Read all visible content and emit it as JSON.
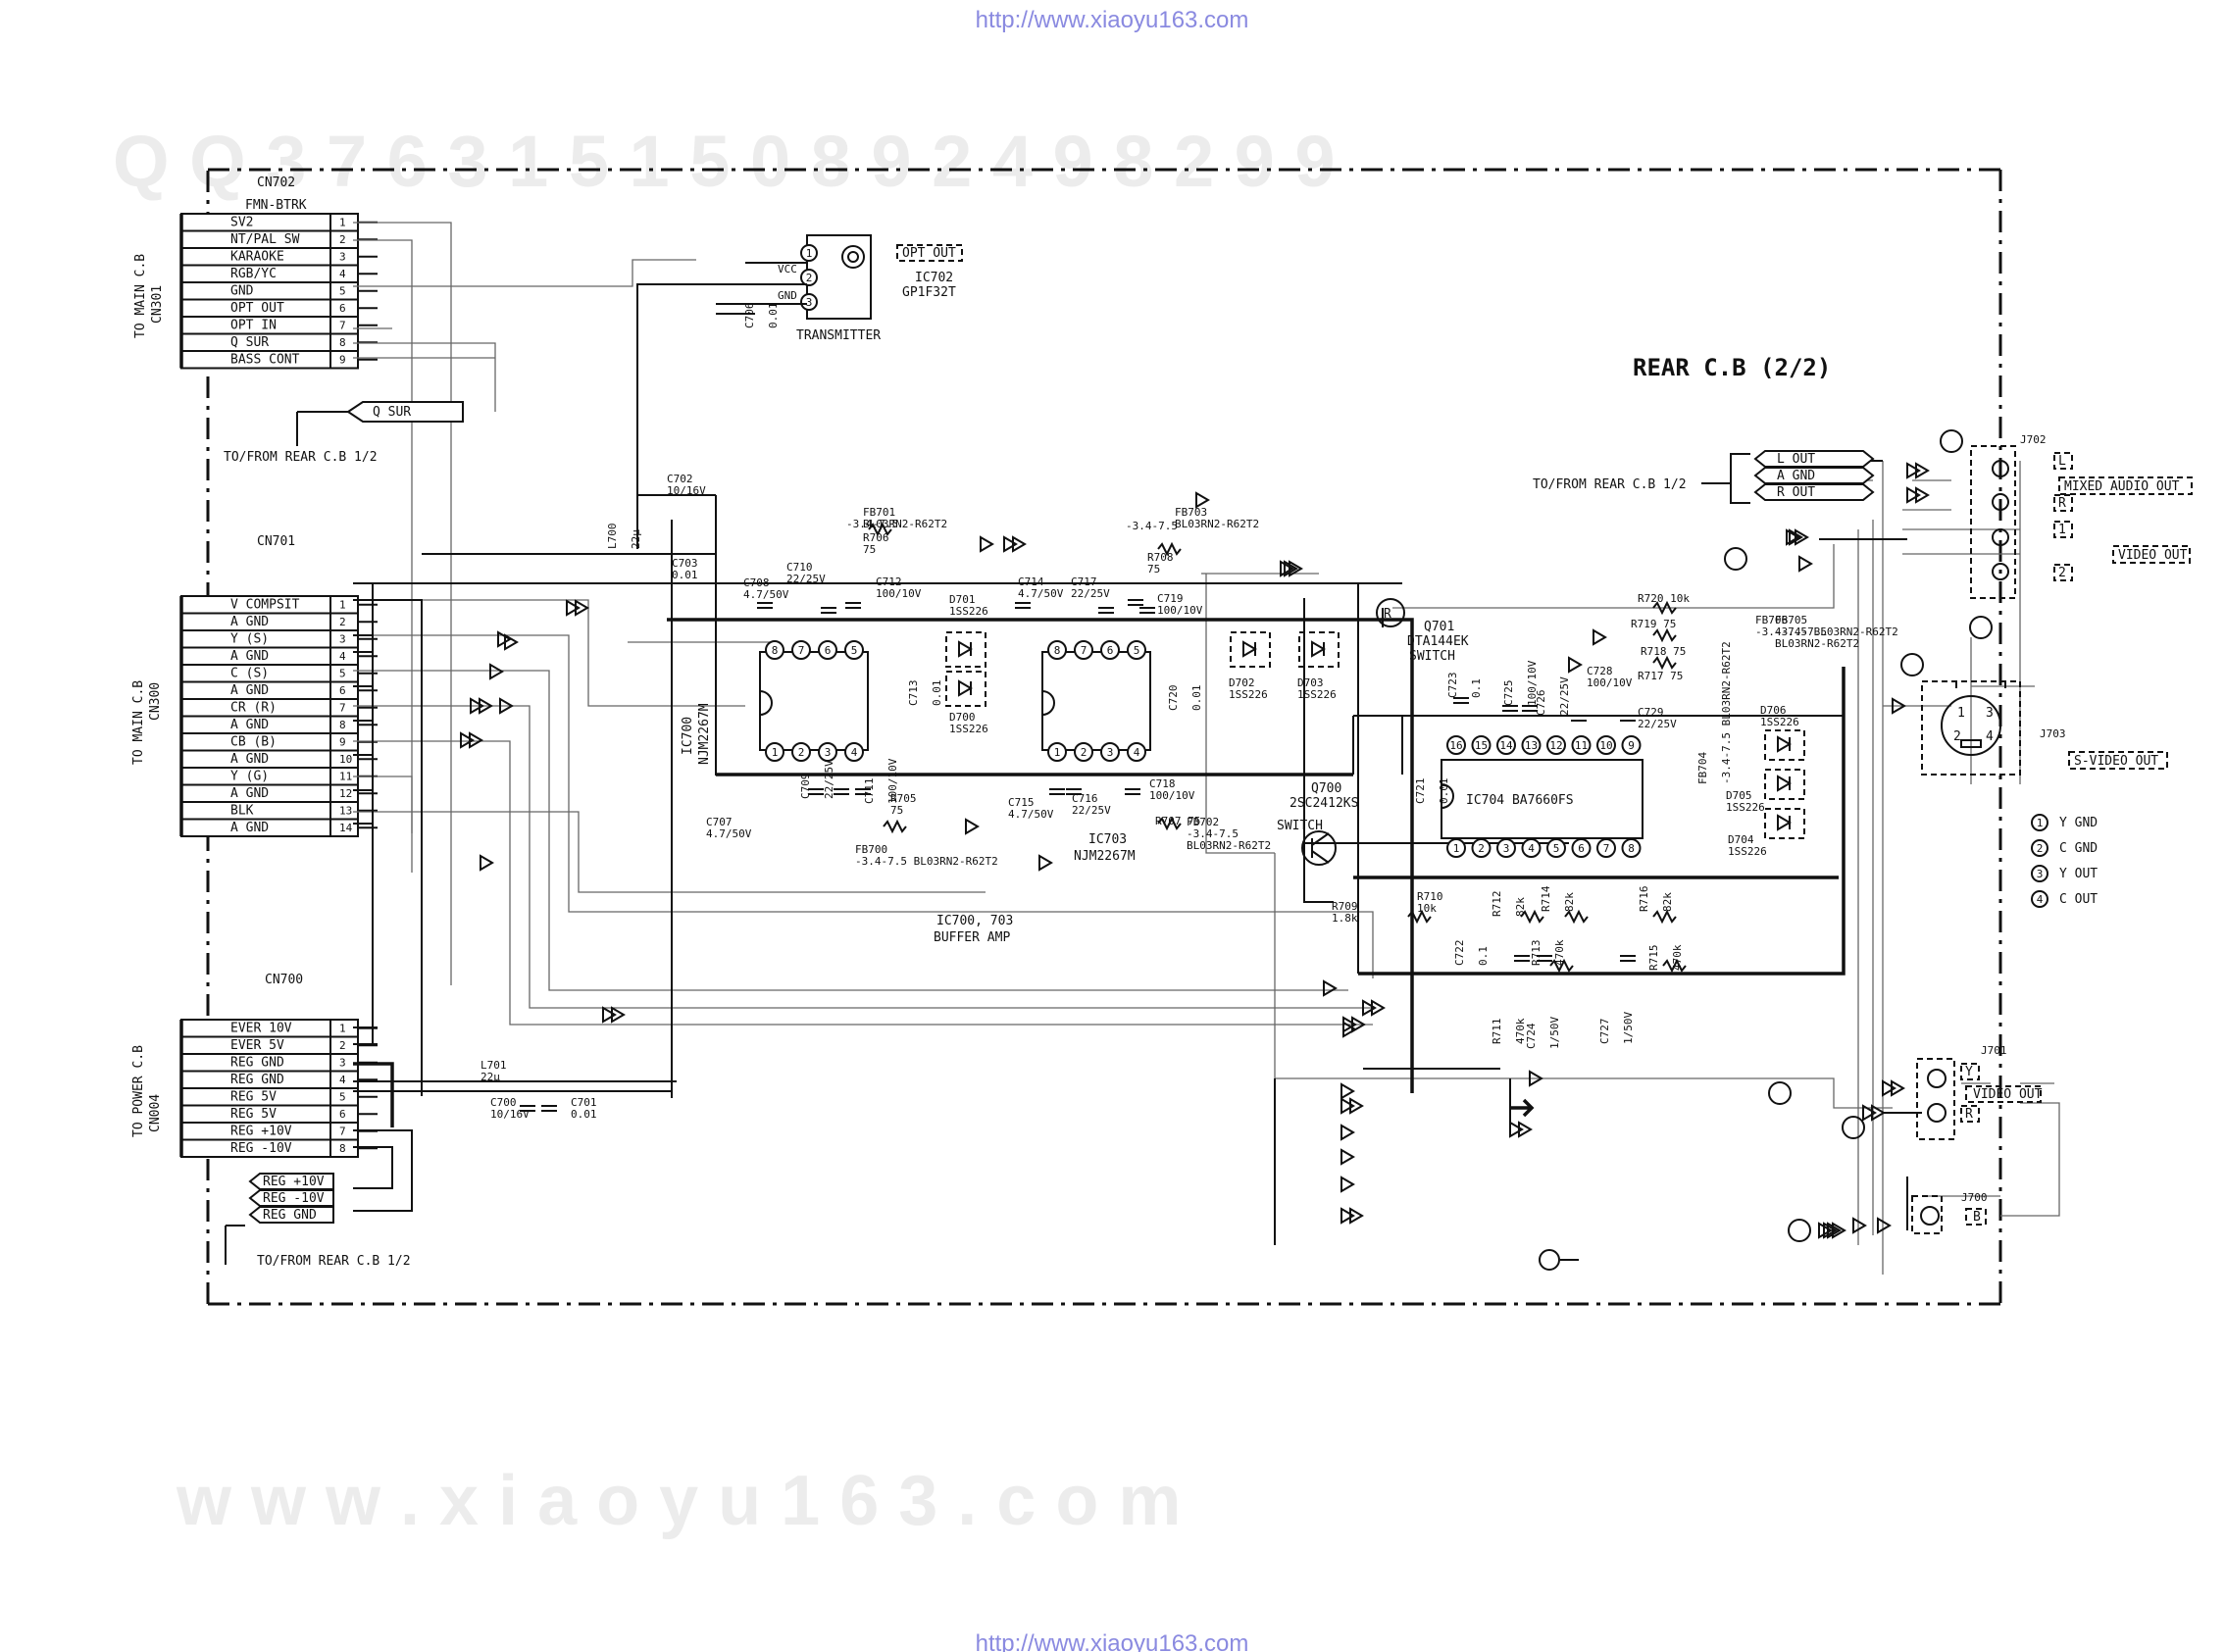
{
  "urls": {
    "top": "http://www.xiaoyu163.com",
    "bottom": "http://www.xiaoyu163.com"
  },
  "watermarks": {
    "top_qq": "Q Q   3 7 6 3 1 5 1 5 0         8 9 2 4 9 8 2 9 9",
    "bottom_www": "w w w . x i a o y u 1 6 3 . c o m"
  },
  "title": "REAR C.B (2/2)",
  "cn702": {
    "ref": "CN702",
    "part": "FMN-BTRK",
    "side_label": "TO MAIN C.B",
    "side_ref": "CN301",
    "pins": [
      {
        "name": "SV2",
        "num": "1"
      },
      {
        "name": "NT/PAL SW",
        "num": "2"
      },
      {
        "name": "KARAOKE",
        "num": "3"
      },
      {
        "name": "RGB/YC",
        "num": "4"
      },
      {
        "name": "GND",
        "num": "5"
      },
      {
        "name": "OPT OUT",
        "num": "6"
      },
      {
        "name": "OPT IN",
        "num": "7"
      },
      {
        "name": "Q SUR",
        "num": "8"
      },
      {
        "name": "BASS CONT",
        "num": "9"
      }
    ]
  },
  "q_sur_label": "Q SUR",
  "to_from_1": "TO/FROM REAR C.B 1/2",
  "cn701": {
    "ref": "CN701",
    "side_label": "TO MAIN C.B",
    "side_ref": "CN300",
    "pins": [
      {
        "name": "V COMPSIT",
        "num": "1"
      },
      {
        "name": "A GND",
        "num": "2"
      },
      {
        "name": "Y (S)",
        "num": "3"
      },
      {
        "name": "A GND",
        "num": "4"
      },
      {
        "name": "C (S)",
        "num": "5"
      },
      {
        "name": "A GND",
        "num": "6"
      },
      {
        "name": "CR (R)",
        "num": "7"
      },
      {
        "name": "A GND",
        "num": "8"
      },
      {
        "name": "CB (B)",
        "num": "9"
      },
      {
        "name": "A GND",
        "num": "10"
      },
      {
        "name": "Y (G)",
        "num": "11"
      },
      {
        "name": "A GND",
        "num": "12"
      },
      {
        "name": "BLK",
        "num": "13"
      },
      {
        "name": "A GND",
        "num": "14"
      }
    ]
  },
  "cn700": {
    "ref": "CN700",
    "side_label": "TO POWER C.B",
    "side_ref": "CN004",
    "pins": [
      {
        "name": "EVER 10V",
        "num": "1"
      },
      {
        "name": "EVER 5V",
        "num": "2"
      },
      {
        "name": "REG GND",
        "num": "3"
      },
      {
        "name": "REG GND",
        "num": "4"
      },
      {
        "name": "REG 5V",
        "num": "5"
      },
      {
        "name": "REG 5V",
        "num": "6"
      },
      {
        "name": "REG +10V",
        "num": "7"
      },
      {
        "name": "REG -10V",
        "num": "8"
      }
    ]
  },
  "reg_tags": [
    "REG +10V",
    "REG -10V",
    "REG GND"
  ],
  "to_from_3": "TO/FROM REAR C.B 1/2",
  "ic702": {
    "vcc": "VCC",
    "gnd": "GND",
    "pins": [
      "1",
      "2",
      "3"
    ],
    "out_label": "OPT OUT",
    "ref": "IC702",
    "part": "GP1F32T",
    "name": "TRANSMITTER"
  },
  "audio_tags": [
    "L OUT",
    "A GND",
    "R OUT"
  ],
  "to_from_2": "TO/FROM REAR C.B 1/2",
  "jacks": {
    "j702": "J702",
    "mixed_audio": "MIXED AUDIO OUT",
    "video_out_top": "VIDEO OUT",
    "j702_pins": [
      "L",
      "R",
      "1",
      "2"
    ],
    "j703": "J703",
    "svideo_out": "S-VIDEO OUT",
    "svideo_pins": [
      "1",
      "2",
      "3",
      "4"
    ],
    "j701": "J701",
    "j701_pins": [
      "Y",
      "R"
    ],
    "video_out": "VIDEO OUT",
    "j700": "J700",
    "j700_pin": "B"
  },
  "svideo_legend": [
    {
      "num": "1",
      "label": "Y GND"
    },
    {
      "num": "2",
      "label": "C GND"
    },
    {
      "num": "3",
      "label": "Y OUT"
    },
    {
      "num": "4",
      "label": "C OUT"
    }
  ],
  "ics": {
    "ic700": {
      "ref": "IC700",
      "part": "NJM2267M",
      "top_pins": [
        "8",
        "7",
        "6",
        "5"
      ],
      "bot_pins": [
        "1",
        "2",
        "3",
        "4"
      ]
    },
    "ic703": {
      "ref": "IC703",
      "part": "NJM2267M",
      "top_pins": [
        "8",
        "7",
        "6",
        "5"
      ],
      "bot_pins": [
        "1",
        "2",
        "3",
        "4"
      ]
    },
    "ic704": {
      "ref": "IC704",
      "part": "BA7660FS",
      "top_pins": [
        "16",
        "15",
        "14",
        "13",
        "12",
        "11",
        "10",
        "9"
      ],
      "bot_pins": [
        "1",
        "2",
        "3",
        "4",
        "5",
        "6",
        "7",
        "8"
      ]
    },
    "buffer_ref": "IC700, 703",
    "buffer_name": "BUFFER AMP"
  },
  "transistors": {
    "q701_ref": "Q701",
    "q701_part": "DTA144EK",
    "q701_name": "SWITCH",
    "q700_ref": "Q700",
    "q700_part": "2SC2412KS",
    "q700_name": "SWITCH"
  },
  "components": [
    {
      "id": "c706",
      "text": "C706\n0.01"
    },
    {
      "id": "c702",
      "text": "C702\n10/16V"
    },
    {
      "id": "l700",
      "text": "L700\n22μ"
    },
    {
      "id": "c703",
      "text": "C703\n0.01"
    },
    {
      "id": "c708",
      "text": "C708\n4.7/50V"
    },
    {
      "id": "c710",
      "text": "C710\n22/25V"
    },
    {
      "id": "r706",
      "text": "R706\n75"
    },
    {
      "id": "c712",
      "text": "C712\n100/10V"
    },
    {
      "id": "fb701",
      "text": "FB701\nBL03RN2-R62T2"
    },
    {
      "id": "v1",
      "text": "-3.4-7.5"
    },
    {
      "id": "d701",
      "text": "D701\n1SS226"
    },
    {
      "id": "d700",
      "text": "D700\n1SS226"
    },
    {
      "id": "c713",
      "text": "C713\n0.01"
    },
    {
      "id": "c714",
      "text": "C714\n4.7/50V"
    },
    {
      "id": "c717",
      "text": "C717\n22/25V"
    },
    {
      "id": "fb703",
      "text": "FB703\nBL03RN2-R62T2"
    },
    {
      "id": "v2",
      "text": "-3.4-7.5"
    },
    {
      "id": "r708",
      "text": "R708\n75"
    },
    {
      "id": "c719",
      "text": "C719\n100/10V"
    },
    {
      "id": "c720",
      "text": "C720\n0.01"
    },
    {
      "id": "d702",
      "text": "D702\n1SS226"
    },
    {
      "id": "d703",
      "text": "D703\n1SS226"
    },
    {
      "id": "c707",
      "text": "C707\n4.7/50V"
    },
    {
      "id": "c709",
      "text": "C709\n22/25V"
    },
    {
      "id": "c711",
      "text": "C711\n100/10V"
    },
    {
      "id": "r705",
      "text": "R705\n75"
    },
    {
      "id": "fb700",
      "text": "FB700\n-3.4-7.5 BL03RN2-R62T2"
    },
    {
      "id": "c715",
      "text": "C715\n4.7/50V"
    },
    {
      "id": "c716",
      "text": "C716\n22/25V"
    },
    {
      "id": "c718",
      "text": "C718\n100/10V"
    },
    {
      "id": "r707",
      "text": "R707 75"
    },
    {
      "id": "fb702",
      "text": "FB702\n-3.4-7.5\nBL03RN2-R62T2"
    },
    {
      "id": "r720",
      "text": "R720 10k"
    },
    {
      "id": "r719",
      "text": "R719 75"
    },
    {
      "id": "fb706",
      "text": "FB706\n-3.4-7.5 BL03RN2-R62T2"
    },
    {
      "id": "r718",
      "text": "R718 75"
    },
    {
      "id": "fb705",
      "text": "FB705\n-3.4-7.5\nBL03RN2-R62T2"
    },
    {
      "id": "r717",
      "text": "R717 75"
    },
    {
      "id": "c728",
      "text": "C728\n100/10V"
    },
    {
      "id": "c729",
      "text": "C729\n22/25V"
    },
    {
      "id": "c723",
      "text": "C723\n0.1"
    },
    {
      "id": "c725",
      "text": "C725\n100/10V"
    },
    {
      "id": "c726",
      "text": "C726\n22/25V"
    },
    {
      "id": "c721",
      "text": "C721\n0.01"
    },
    {
      "id": "d706",
      "text": "D706\n1SS226"
    },
    {
      "id": "fb704",
      "text": "FB704\n-3.4-7.5 BL03RN2-R62T2"
    },
    {
      "id": "d705",
      "text": "D705\n1SS226"
    },
    {
      "id": "d704",
      "text": "D704\n1SS226"
    },
    {
      "id": "r709",
      "text": "R709\n1.8k"
    },
    {
      "id": "r710",
      "text": "R710\n10k"
    },
    {
      "id": "r712",
      "text": "R712\n82k"
    },
    {
      "id": "r714",
      "text": "R714\n82k"
    },
    {
      "id": "r713",
      "text": "R713\n470k"
    },
    {
      "id": "r716",
      "text": "R716\n82k"
    },
    {
      "id": "r715",
      "text": "R715\n470k"
    },
    {
      "id": "c722",
      "text": "C722\n0.1"
    },
    {
      "id": "r711",
      "text": "R711\n470k"
    },
    {
      "id": "c724",
      "text": "C724\n1/50V"
    },
    {
      "id": "c727",
      "text": "C727\n1/50V"
    },
    {
      "id": "l701",
      "text": "L701\n22μ"
    },
    {
      "id": "c700",
      "text": "C700\n10/16V"
    },
    {
      "id": "c701",
      "text": "C701\n0.01"
    }
  ]
}
